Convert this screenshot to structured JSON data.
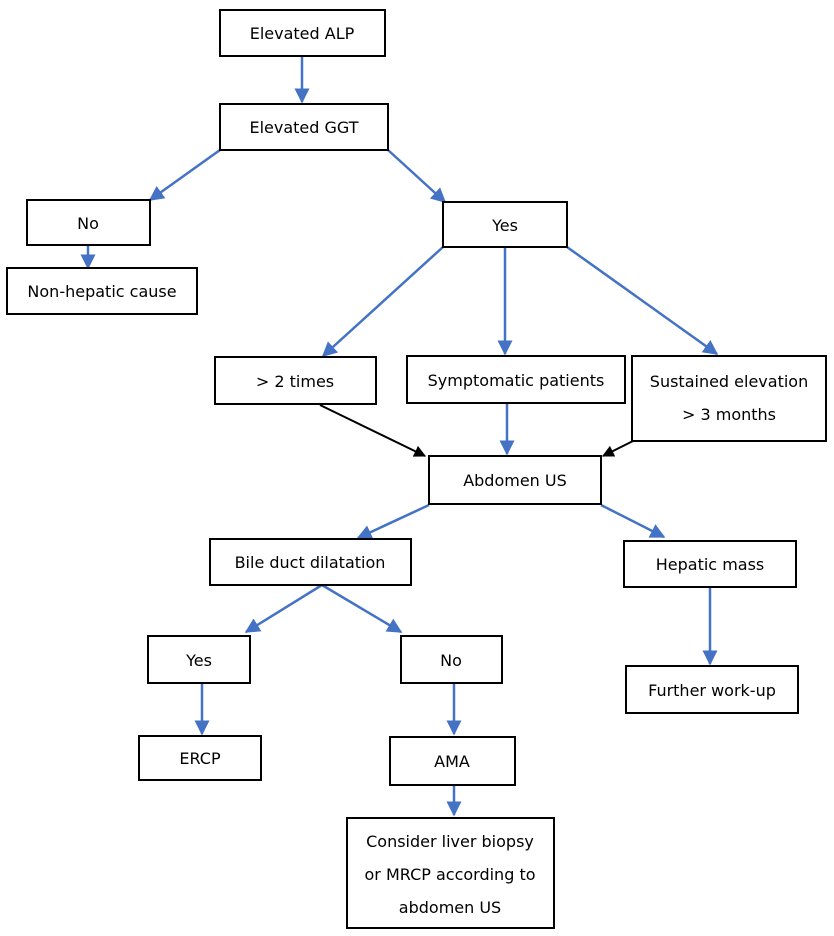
{
  "colors": {
    "arrow_primary": "#4472c4",
    "arrow_secondary": "#000000",
    "box_border": "#000000"
  },
  "nodes": {
    "elevated_alp": "Elevated ALP",
    "elevated_ggt": "Elevated GGT",
    "ggt_no": "No",
    "non_hepatic": "Non-hepatic cause",
    "ggt_yes": "Yes",
    "gt_2_times": "> 2 times",
    "symptomatic": "Symptomatic patients",
    "sustained": [
      "Sustained elevation",
      "> 3 months"
    ],
    "abdomen_us": "Abdomen US",
    "bile_duct": "Bile duct dilatation",
    "hepatic_mass": "Hepatic mass",
    "bile_yes": "Yes",
    "bile_no": "No",
    "further_workup": "Further work-up",
    "ercp": "ERCP",
    "ama": "AMA",
    "consider": [
      "Consider liver biopsy",
      "or MRCP according to",
      "abdomen US"
    ]
  }
}
